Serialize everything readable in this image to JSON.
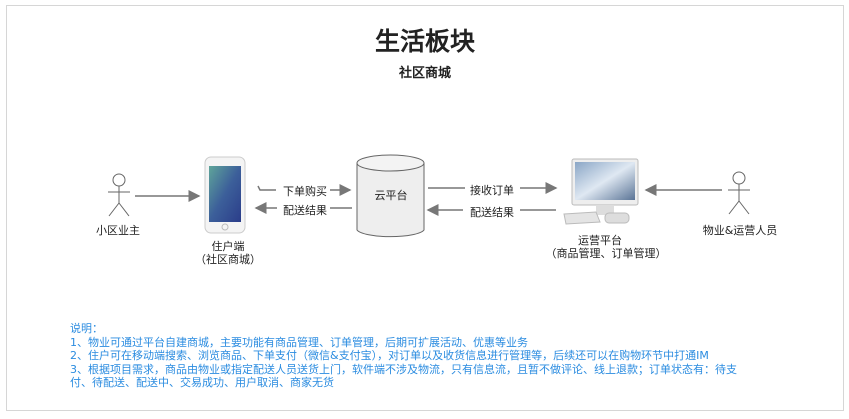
{
  "title": "生活板块",
  "subtitle": "社区商城",
  "actors": {
    "left": "小区业主",
    "right": "物业&运营人员"
  },
  "nodes": {
    "phone": {
      "label": "住户端",
      "sub": "（社区商城）"
    },
    "cloud": {
      "label": "云平台"
    },
    "ops": {
      "label": "运营平台",
      "sub": "（商品管理、订单管理）"
    }
  },
  "arrows": {
    "order": "下单购买",
    "result1": "配送结果",
    "receive": "接收订单",
    "result2": "配送结果"
  },
  "notes": {
    "heading": "说明：",
    "lines": [
      "1、物业可通过平台自建商城，主要功能有商品管理、订单管理，后期可扩展活动、优惠等业务",
      "2、住户可在移动端搜索、浏览商品、下单支付（微信&支付宝），对订单以及收货信息进行管理等，后续还可以在购物环节中打通IM",
      "3、根据项目需求，商品由物业或指定配送人员送货上门，软件端不涉及物流，只有信息流，且暂不做评论、线上退款；订单状态有：待支付、待配送、配送中、交易成功、用户取消、商家无货"
    ]
  }
}
